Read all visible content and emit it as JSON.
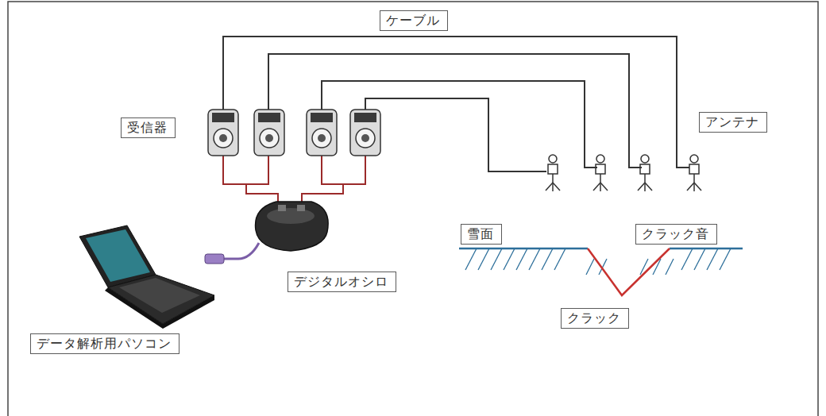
{
  "diagram": {
    "nodes": [
      {
        "text": [
          "ケーブル"
        ]
      },
      {
        "text": [
          "受信器"
        ]
      },
      {
        "text": [
          "アンテナ"
        ]
      },
      {
        "text": [
          "雪面"
        ]
      },
      {
        "text": [
          "クラック音"
        ]
      },
      {
        "text": [
          "デジタルオシロ"
        ]
      },
      {
        "text": [
          "クラック"
        ]
      },
      {
        "text": [
          "データ解析用パソコン"
        ]
      }
    ]
  }
}
